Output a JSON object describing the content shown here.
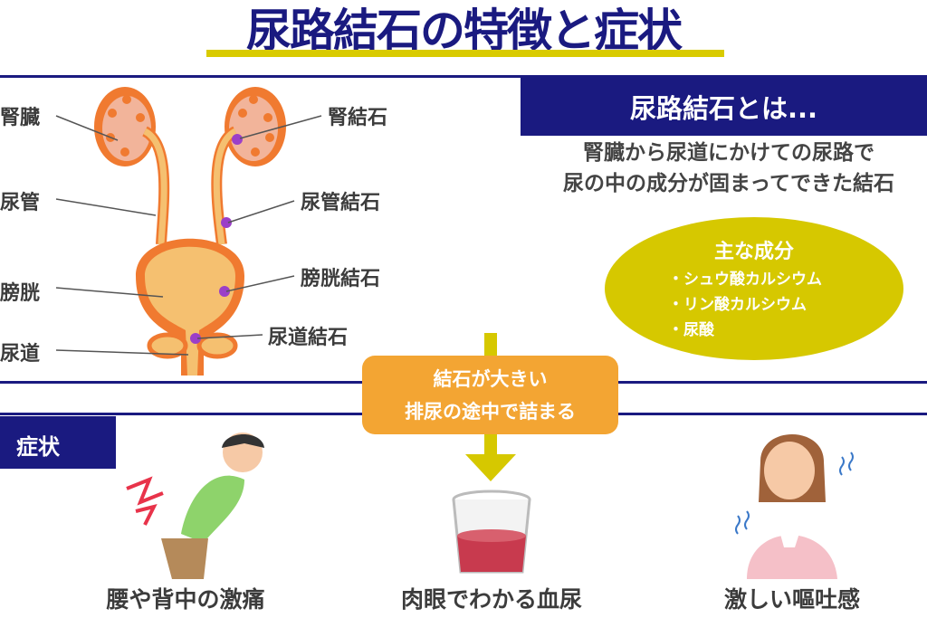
{
  "title": "尿路結石の特徴と症状",
  "anatomy": {
    "left_labels": [
      "腎臓",
      "尿管",
      "膀胱",
      "尿道"
    ],
    "right_labels": [
      "腎結石",
      "尿管結石",
      "膀胱結石",
      "尿道結石"
    ]
  },
  "definition": {
    "heading": "尿路結石とは...",
    "lines": [
      "腎臓から尿道にかけての尿路で",
      "尿の中の成分が固まってできた結石"
    ]
  },
  "components": {
    "title": "主な成分",
    "items": [
      "・シュウ酸カルシウム",
      "・リン酸カルシウム",
      "・尿酸"
    ]
  },
  "cause": {
    "lines": [
      "結石が大きい",
      "排尿の途中で詰まる"
    ]
  },
  "symptoms": {
    "heading": "症状",
    "items": [
      "腰や背中の激痛",
      "肉眼でわかる血尿",
      "激しい嘔吐感"
    ]
  },
  "colors": {
    "navy": "#1a1a80",
    "yellow": "#d6c800",
    "orange": "#f3a533"
  }
}
